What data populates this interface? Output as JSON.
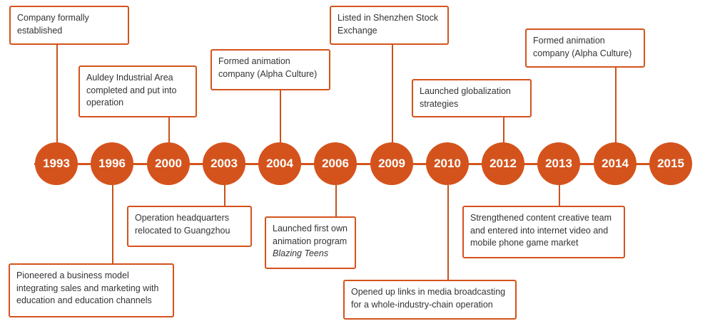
{
  "years": [
    "1993",
    "1996",
    "2000",
    "2003",
    "2004",
    "2006",
    "2009",
    "2010",
    "2012",
    "2013",
    "2014",
    "2015"
  ],
  "events": {
    "e1993": "Company formally established",
    "e1996": "Pioneered a business model integrating sales and marketing with education and education channels",
    "e2000": "Auldey Industrial Area completed and put into operation",
    "e2003": "Operation headquarters relocated to Guangzhou",
    "e2004": "Formed animation company (Alpha Culture)",
    "e2006_text": "Launched first own animation program",
    "e2006_title": "Blazing Teens",
    "e2009": "Listed in Shenzhen Stock Exchange",
    "e2010": "Opened up links in media broadcasting for a whole-industry-chain operation",
    "e2012": "Launched globalization strategies",
    "e2013": "Strengthened content creative team and entered into internet video and mobile phone game market",
    "e2014": "Formed animation company (Alpha Culture)"
  },
  "colors": {
    "accent": "#d4531c"
  }
}
